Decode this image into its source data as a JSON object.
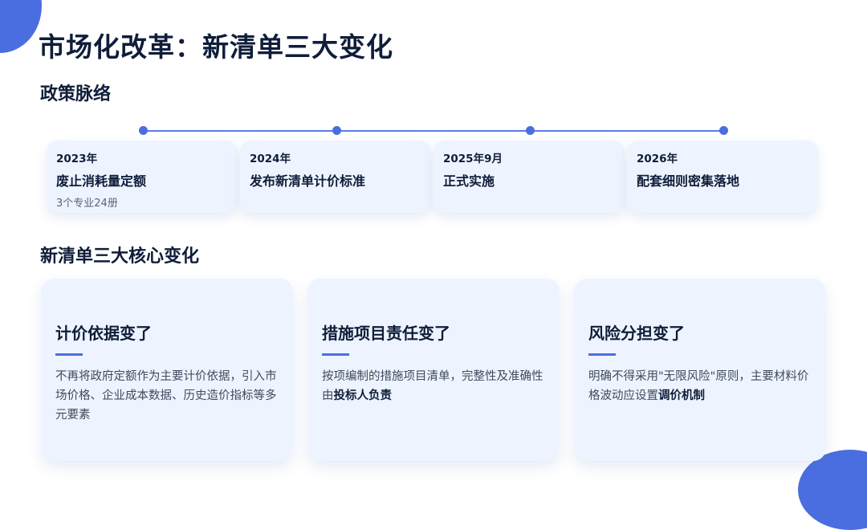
{
  "page": {
    "title": "市场化改革：新清单三大变化"
  },
  "policy_context": {
    "heading": "政策脉络",
    "milestones": [
      {
        "year": "2023年",
        "title": "废止消耗量定额",
        "sub": "3个专业24册"
      },
      {
        "year": "2024年",
        "title": "发布新清单计价标准",
        "sub": ""
      },
      {
        "year": "2025年9月",
        "title": "正式实施",
        "sub": ""
      },
      {
        "year": "2026年",
        "title": "配套细则密集落地",
        "sub": ""
      }
    ]
  },
  "core_changes": {
    "heading": "新清单三大核心变化",
    "cards": [
      {
        "title": "计价依据变了",
        "desc": "不再将政府定额作为主要计价依据，引入市场价格、企业成本数据、历史造价指标等多元要素",
        "desc_bold": ""
      },
      {
        "title": "措施项目责任变了",
        "desc": "按项编制的措施项目清单，完整性及准确性由",
        "desc_bold": "投标人负责"
      },
      {
        "title": "风险分担变了",
        "desc": "明确不得采用\"无限风险\"原则，主要材料价格波动应设置",
        "desc_bold": "调价机制"
      }
    ]
  },
  "colors": {
    "accent": "#4a6ee0",
    "card_bg": "#eef4ff",
    "text_dark": "#0f1d3a"
  }
}
